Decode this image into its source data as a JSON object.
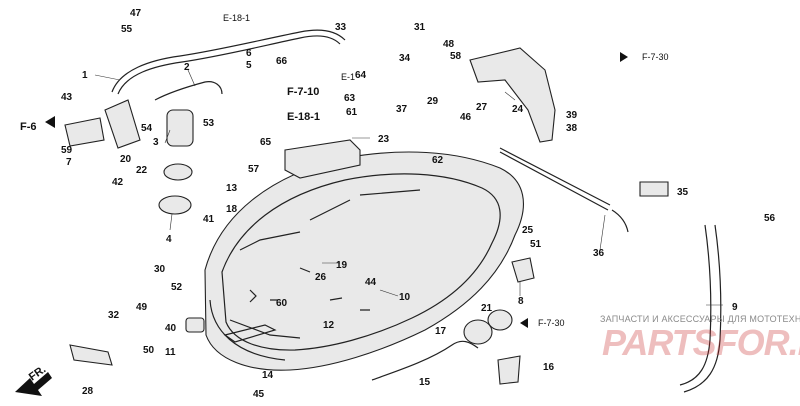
{
  "refs": {
    "e18_1_top": "E-18-1",
    "e18_1_mid": "E-18-1",
    "e1": "E-1",
    "f7_10": "F-7-10",
    "f7_30_top": "F-7-30",
    "f7_30_bottom": "F-7-30",
    "f6": "F-6",
    "fr": "FR."
  },
  "labels": [
    "1",
    "2",
    "3",
    "4",
    "5",
    "6",
    "7",
    "8",
    "9",
    "10",
    "11",
    "12",
    "13",
    "14",
    "15",
    "16",
    "17",
    "18",
    "19",
    "20",
    "21",
    "22",
    "23",
    "24",
    "25",
    "26",
    "27",
    "28",
    "29",
    "30",
    "31",
    "32",
    "33",
    "34",
    "35",
    "36",
    "37",
    "38",
    "39",
    "40",
    "41",
    "42",
    "43",
    "44",
    "45",
    "46",
    "47",
    "48",
    "49",
    "50",
    "51",
    "52",
    "53",
    "54",
    "55",
    "56",
    "57",
    "58",
    "59",
    "60",
    "61",
    "62",
    "63",
    "64",
    "65",
    "66"
  ],
  "watermark": {
    "caption": "ЗАПЧАСТИ И АКСЕССУАРЫ ДЛЯ МОТОТЕХНИКИ",
    "logo": "PARTSFOR.RU"
  }
}
